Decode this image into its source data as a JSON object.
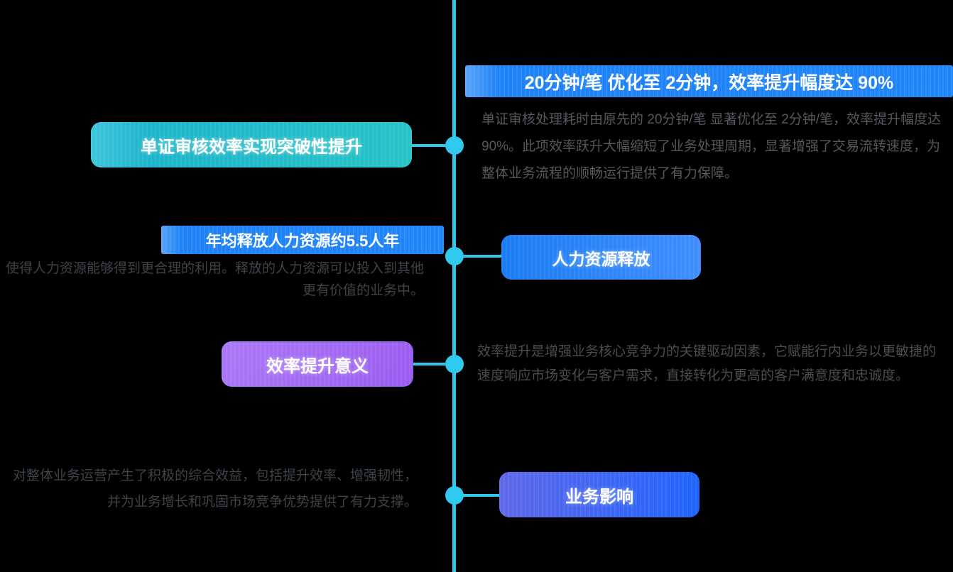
{
  "canvas": {
    "background": "#000000"
  },
  "colors": {
    "timeline_line": "#2FC8EE",
    "timeline_dot": "#2FC8EE",
    "banner_blue": "#1E82F7",
    "node_teal_gradient": [
      "#3FC6DF",
      "#1DB5CB",
      "#26C3C7"
    ],
    "node_blue_gradient": [
      "#1A7DF2",
      "#3F8DFF"
    ],
    "node_purple_gradient": [
      "#AB79F7",
      "#9A5CF0"
    ],
    "node_indigo_gradient": [
      "#5F68E8",
      "#1F64FF"
    ],
    "paragraph_gray": "#4A4D50"
  },
  "nodes": {
    "doc_efficiency": {
      "title": "单证审核效率实现突破性提升",
      "banner": "20分钟/笔 优化至 2分钟，效率提升幅度达 90%",
      "description": "单证审核处理耗时由原先的 20分钟/笔 显著优化至 2分钟/笔，效率提升幅度达 90%。此项效率跃升大幅缩短了业务处理周期，显著增强了交易流转速度，为整体业务流程的顺畅运行提供了有力保障。"
    },
    "hr_release": {
      "title": "人力资源释放",
      "banner": "年均释放人力资源约5.5人年",
      "description": "使得人力资源能够得到更合理的利用。释放的人力资源可以投入到其他更有价值的业务中。"
    },
    "efficiency_significance": {
      "title": "效率提升意义",
      "description": "效率提升是增强业务核心竞争力的关键驱动因素，它赋能行内业务以更敏捷的速度响应市场变化与客户需求，直接转化为更高的客户满意度和忠诚度。"
    },
    "business_impact": {
      "title": "业务影响",
      "description": "对整体业务运营产生了积极的综合效益，包括提升效率、增强韧性，并为业务增长和巩固市场竞争优势提供了有力支撑。"
    }
  }
}
